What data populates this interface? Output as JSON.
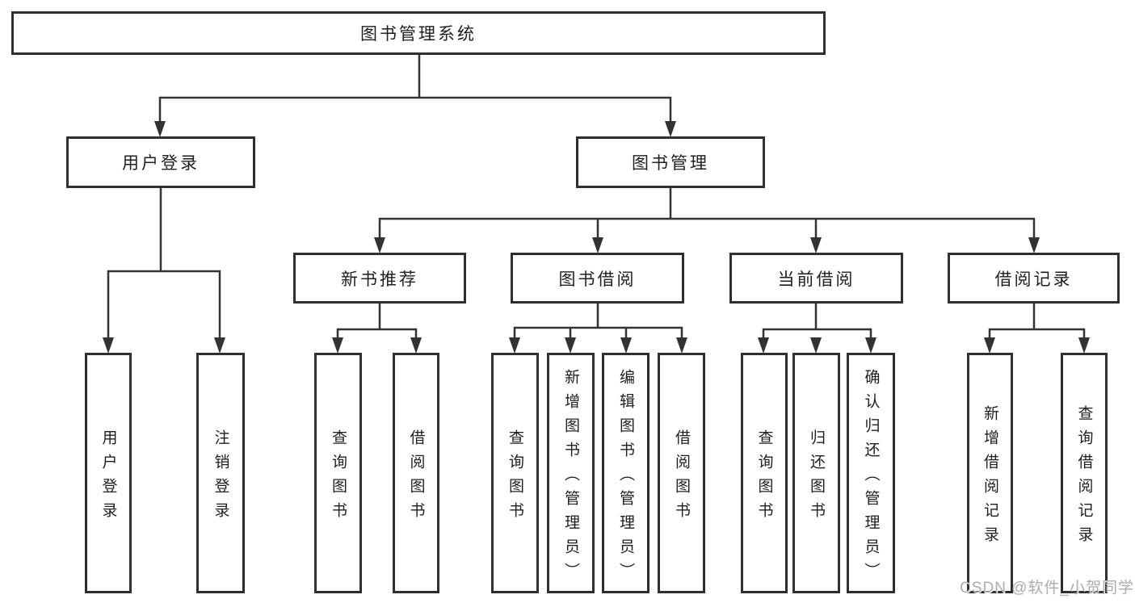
{
  "tree": {
    "root": {
      "label": "图书管理系统"
    },
    "branches": [
      {
        "label": "用户登录",
        "children": [
          {
            "label": "用户登录"
          },
          {
            "label": "注销登录"
          }
        ]
      },
      {
        "label": "图书管理",
        "children": [
          {
            "label": "新书推荐",
            "children": [
              {
                "label": "查询图书"
              },
              {
                "label": "借阅图书"
              }
            ]
          },
          {
            "label": "图书借阅",
            "children": [
              {
                "label": "查询图书"
              },
              {
                "label": "新增图书（管理员）"
              },
              {
                "label": "编辑图书（管理员）"
              },
              {
                "label": "借阅图书"
              }
            ]
          },
          {
            "label": "当前借阅",
            "children": [
              {
                "label": "查询图书"
              },
              {
                "label": "归还图书"
              },
              {
                "label": "确认归还（管理员）"
              }
            ]
          },
          {
            "label": "借阅记录",
            "children": [
              {
                "label": "新增借阅记录"
              },
              {
                "label": "查询借阅记录"
              }
            ]
          }
        ]
      }
    ]
  },
  "watermark": "CSDN @软件_小贺同学",
  "colors": {
    "line": "#333333",
    "box_border": "#2f2f2f",
    "box_fill": "#ffffff",
    "text": "#1f1f1f",
    "watermark": "#b0b0b0"
  }
}
